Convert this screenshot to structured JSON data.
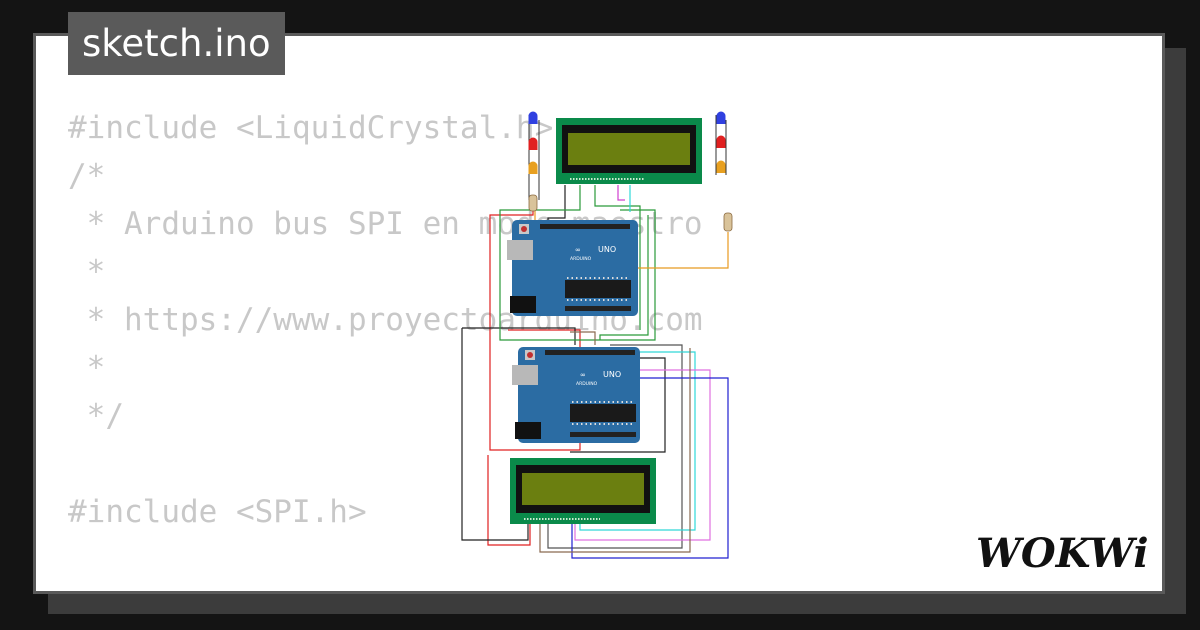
{
  "title": "sketch.ino",
  "code_lines": [
    "#include <LiquidCrystal.h>",
    "/*",
    " * Arduino bus SPI en modo maestro",
    " *",
    " * https://www.proyectoarduino.com",
    " *",
    " */",
    "",
    "#include <SPI.h>",
    "",
    "//"
  ],
  "brand": "WOKWi",
  "board_labels": {
    "arduino": "ARDUINO",
    "uno": "UNO"
  },
  "colors": {
    "background": "#141414",
    "card": "#ffffff",
    "tab": "#5a5a5a",
    "code_text": "#c8c8c8",
    "arduino_blue": "#2b6ca3",
    "lcd_green": "#0a8a4a",
    "lcd_screen": "#6b7f10"
  }
}
